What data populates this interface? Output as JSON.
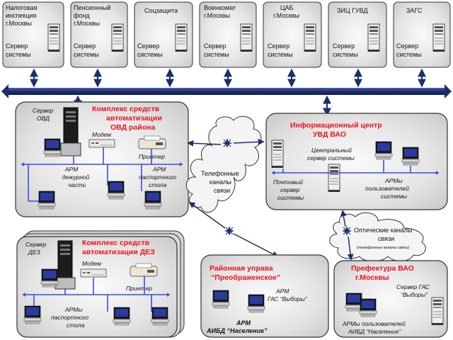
{
  "servers_row": [
    {
      "title": [
        "Налоговая",
        "инспекция",
        "г.Москвы"
      ],
      "server": [
        "Сервер",
        "системы"
      ]
    },
    {
      "title": [
        "Пенсионный",
        "фонд",
        "г.Москвы"
      ],
      "server": [
        "Сервер",
        "системы"
      ]
    },
    {
      "title": [
        "Соцзащита"
      ],
      "server": [
        "Сервер",
        "системы"
      ]
    },
    {
      "title": [
        "Военкомат",
        "г.Москвы"
      ],
      "server": [
        "Сервер",
        "системы"
      ]
    },
    {
      "title": [
        "ЦАБ",
        "г.Москвы"
      ],
      "server": [
        "Сервер",
        "системы"
      ]
    },
    {
      "title": [
        "ЗИЦ ГУВД"
      ],
      "server": [
        "Сервер",
        "системы"
      ]
    },
    {
      "title": [
        "ЗАГС"
      ],
      "server": [
        "Сервер",
        "системы"
      ]
    }
  ],
  "ovd": {
    "title": [
      "Комплекс средств",
      "автоматизации",
      "ОВД района"
    ],
    "server": [
      "Сервер",
      "ОВД"
    ],
    "modem": "Модем",
    "printer": "Принтер",
    "arm_duty": [
      "АРМ",
      "дежурной",
      "части"
    ],
    "arm_passport": [
      "АРМ",
      "паспортного",
      "стола"
    ]
  },
  "phone_cloud": [
    "Телефонные",
    "каналы",
    "связи"
  ],
  "info_center": {
    "title": [
      "Информационный центр",
      "УВД ВАО"
    ],
    "central": [
      "Центральный",
      "сервер системы"
    ],
    "mail": [
      "Почтовый",
      "сервер",
      "системы"
    ],
    "arms": [
      "АРМы",
      "пользователей",
      "системы"
    ]
  },
  "optic_cloud": {
    "main": [
      "Оптические каналы",
      "связи"
    ],
    "sub": "(телефонные каналы связи)"
  },
  "dez": {
    "title": [
      "Комплекс средств",
      "автоматизации ДЕЗ"
    ],
    "server": [
      "Сервер",
      "ДЕЗ"
    ],
    "modem": "Модем",
    "printer": "Принтер",
    "arms": [
      "АРМы",
      "паспортного",
      "стола"
    ]
  },
  "uprava": {
    "title": [
      "Районная управа",
      "“Преображенское”"
    ],
    "arm_gas": [
      "АРМ",
      "ГАС “Выборы”"
    ],
    "arm_aibd": [
      "АРМ",
      "АИБД “Население”"
    ]
  },
  "prefecture": {
    "title": [
      "Префектура ВАО",
      "г.Москвы"
    ],
    "server_gas": [
      "Сервер ГАС",
      "“Выборы”"
    ],
    "arms": [
      "АРМы пользователей",
      "АИБД “Население”"
    ]
  },
  "colors": {
    "accent": "#e8141e",
    "bus": "#1b2f6e",
    "line": "#3a4fd8",
    "panel": "#e2e2e2"
  }
}
